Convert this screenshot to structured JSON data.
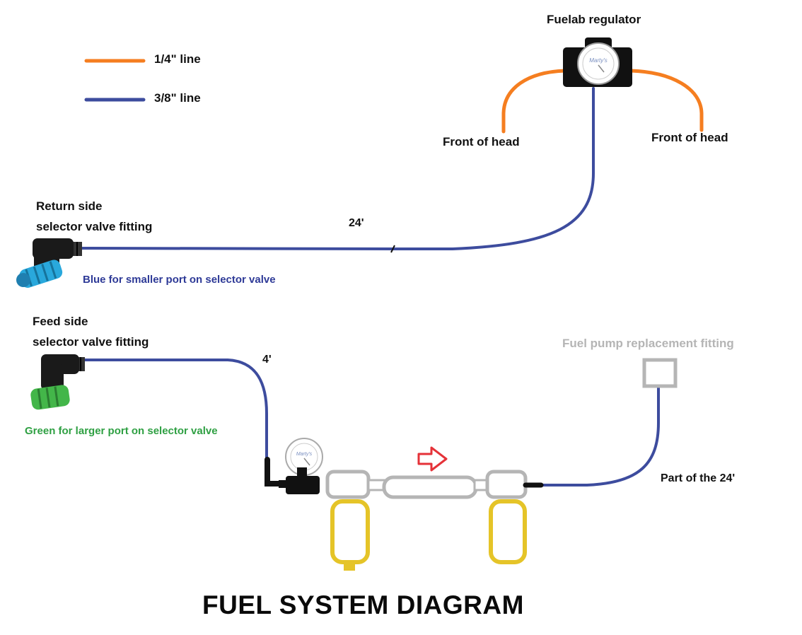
{
  "diagram": {
    "title": "FUEL SYSTEM DIAGRAM",
    "gauge_logo": "Marty's"
  },
  "legend": {
    "items": [
      {
        "label": "1/4\" line",
        "color": "#F57E20"
      },
      {
        "label": "3/8\" line",
        "color": "#3D4C9E"
      }
    ]
  },
  "labels": {
    "regulator": "Fuelab regulator",
    "front_of_head_left": "Front of head",
    "front_of_head_right": "Front of head",
    "return_side_line1": "Return side",
    "return_side_line2": "selector valve fitting",
    "blue_note": "Blue for smaller port on selector valve",
    "feed_side_line1": "Feed side",
    "feed_side_line2": "selector valve fitting",
    "green_note": "Green for larger port on selector valve",
    "fuel_pump_replacement": "Fuel pump replacement fitting",
    "length_24": "24'",
    "length_4": "4'",
    "part_of_24": "Part of the 24'"
  },
  "colors": {
    "orange": "#F57E20",
    "blue": "#3D4C9E",
    "blue_text": "#2E3A97",
    "green_text": "#2FA043",
    "gray": "#B5B5B5",
    "yellow": "#E5C428",
    "red": "#E53238",
    "black": "#111111"
  }
}
